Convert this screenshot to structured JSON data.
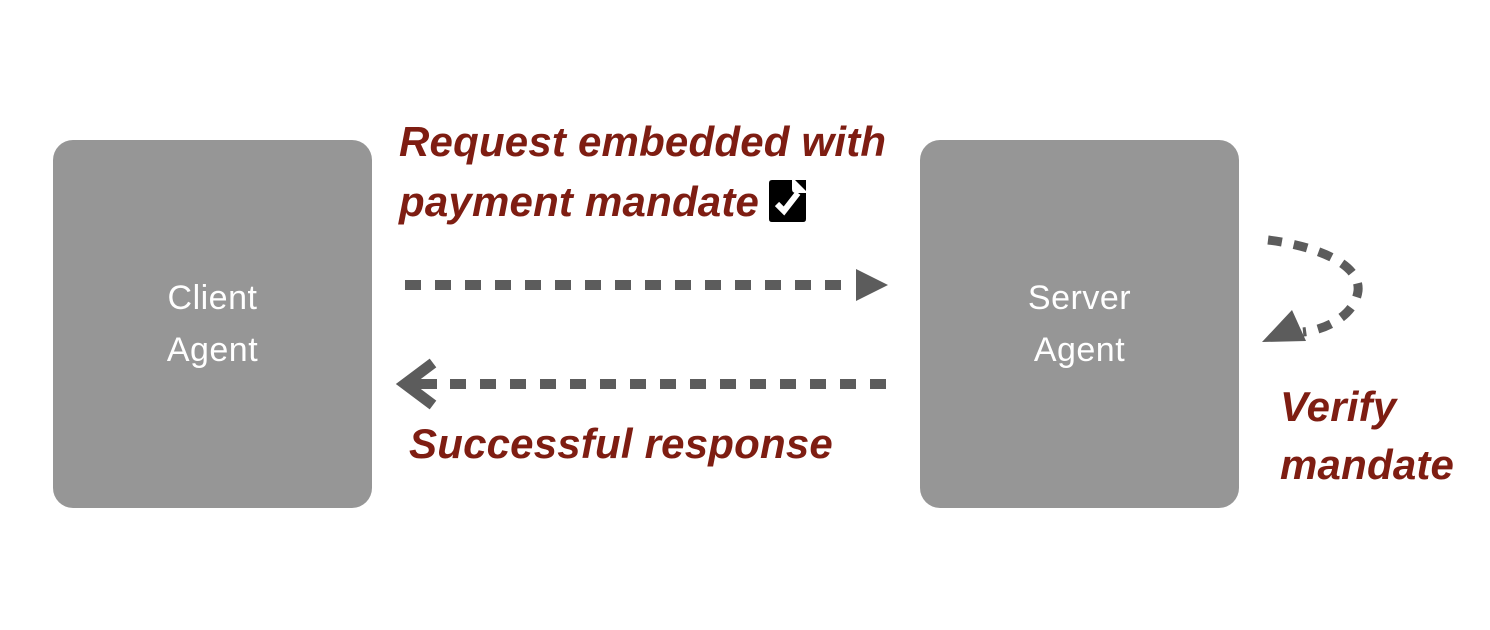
{
  "colors": {
    "background": "#ffffff",
    "box-fill": "#969696",
    "box-text": "#ffffff",
    "arrow-color": "#5c5c5c",
    "label-color": "#7e1d12",
    "icon-bg": "#000000",
    "icon-check": "#ffffff"
  },
  "nodes": [
    {
      "id": "client-agent",
      "label": "Client\nAgent"
    },
    {
      "id": "server-agent",
      "label": "Server\nAgent"
    }
  ],
  "edges": {
    "request": {
      "label": "Request embedded with\npayment mandate",
      "icon": "document-check-icon",
      "from": "client-agent",
      "to": "server-agent",
      "style": "dashed"
    },
    "response": {
      "label": "Successful response",
      "from": "server-agent",
      "to": "client-agent",
      "style": "dashed"
    },
    "verify": {
      "label": "Verify\nmandate",
      "from": "server-agent",
      "to": "server-agent",
      "style": "dashed-self-loop"
    }
  }
}
